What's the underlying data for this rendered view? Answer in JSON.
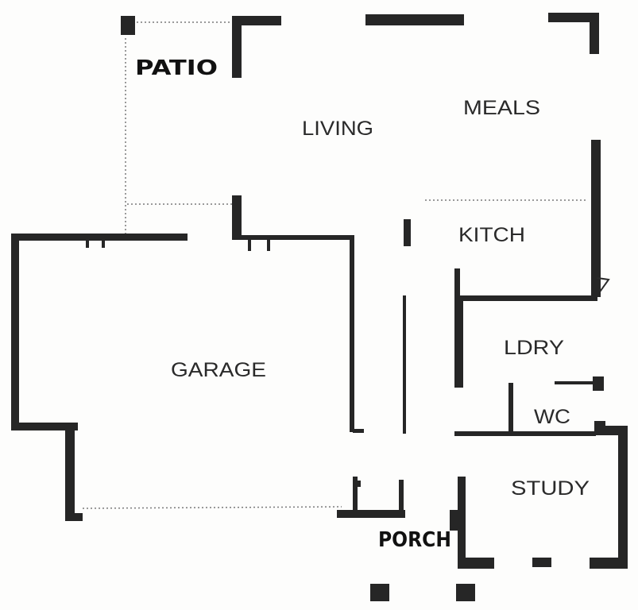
{
  "labels": {
    "patio": "PATIO",
    "living": "LIVING",
    "meals": "MEALS",
    "kitch": "KITCH",
    "garage": "GARAGE",
    "ldry": "LDRY",
    "wc": "WC",
    "study": "STUDY",
    "porch": "PORCH"
  }
}
